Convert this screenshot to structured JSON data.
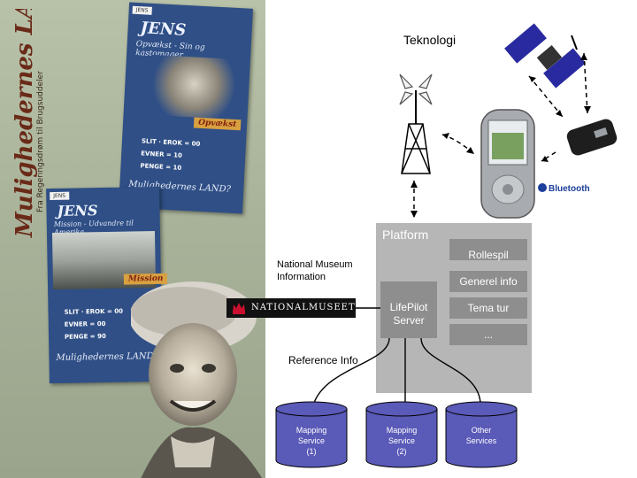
{
  "poster": {
    "vertical_title": "Mulighedernes LAND?",
    "vertical_subtitle": "Fra Regeringsdrøm til Brugsuddeler",
    "card1": {
      "tag": "JENS",
      "name": "JENS",
      "subtitle": "Opvækst - Sin og kastomager",
      "badge": "Opvækst",
      "stats": [
        "SLIT · EROK = 00",
        "EVNER = 10",
        "PENGE = 10"
      ],
      "footer": "Mulighedernes LAND?"
    },
    "card2": {
      "tag": "JENS",
      "name": "JENS",
      "subtitle": "Mission - Udvandre til Amerika",
      "badge": "Mission",
      "stats": [
        "SLIT · EROK = 00",
        "EVNER = 00",
        "PENGE = 90"
      ],
      "footer": "Mulighedernes LAND?"
    }
  },
  "diagram": {
    "technology_label": "Teknologi",
    "bluetooth_label": "Bluetooth",
    "platform_label": "Platform",
    "national_museum_label": "National Museum\nInformation",
    "national_museum_logo": "NATIONALMUSEET",
    "reference_info_label": "Reference Info",
    "server_label": "LifePilot\nServer",
    "platform_services": [
      "Rollespil",
      "Generel info",
      "Tema tur",
      "..."
    ],
    "databases": [
      {
        "label": "Mapping\nService\n(1)"
      },
      {
        "label": "Mapping\nService\n(2)"
      },
      {
        "label": "Other\nServices"
      }
    ],
    "colors": {
      "platform_bg": "#b6b6b6",
      "service_box": "#8e8e8e",
      "database_fill": "#5a5ab8",
      "satellite": "#2a2aa0"
    }
  }
}
